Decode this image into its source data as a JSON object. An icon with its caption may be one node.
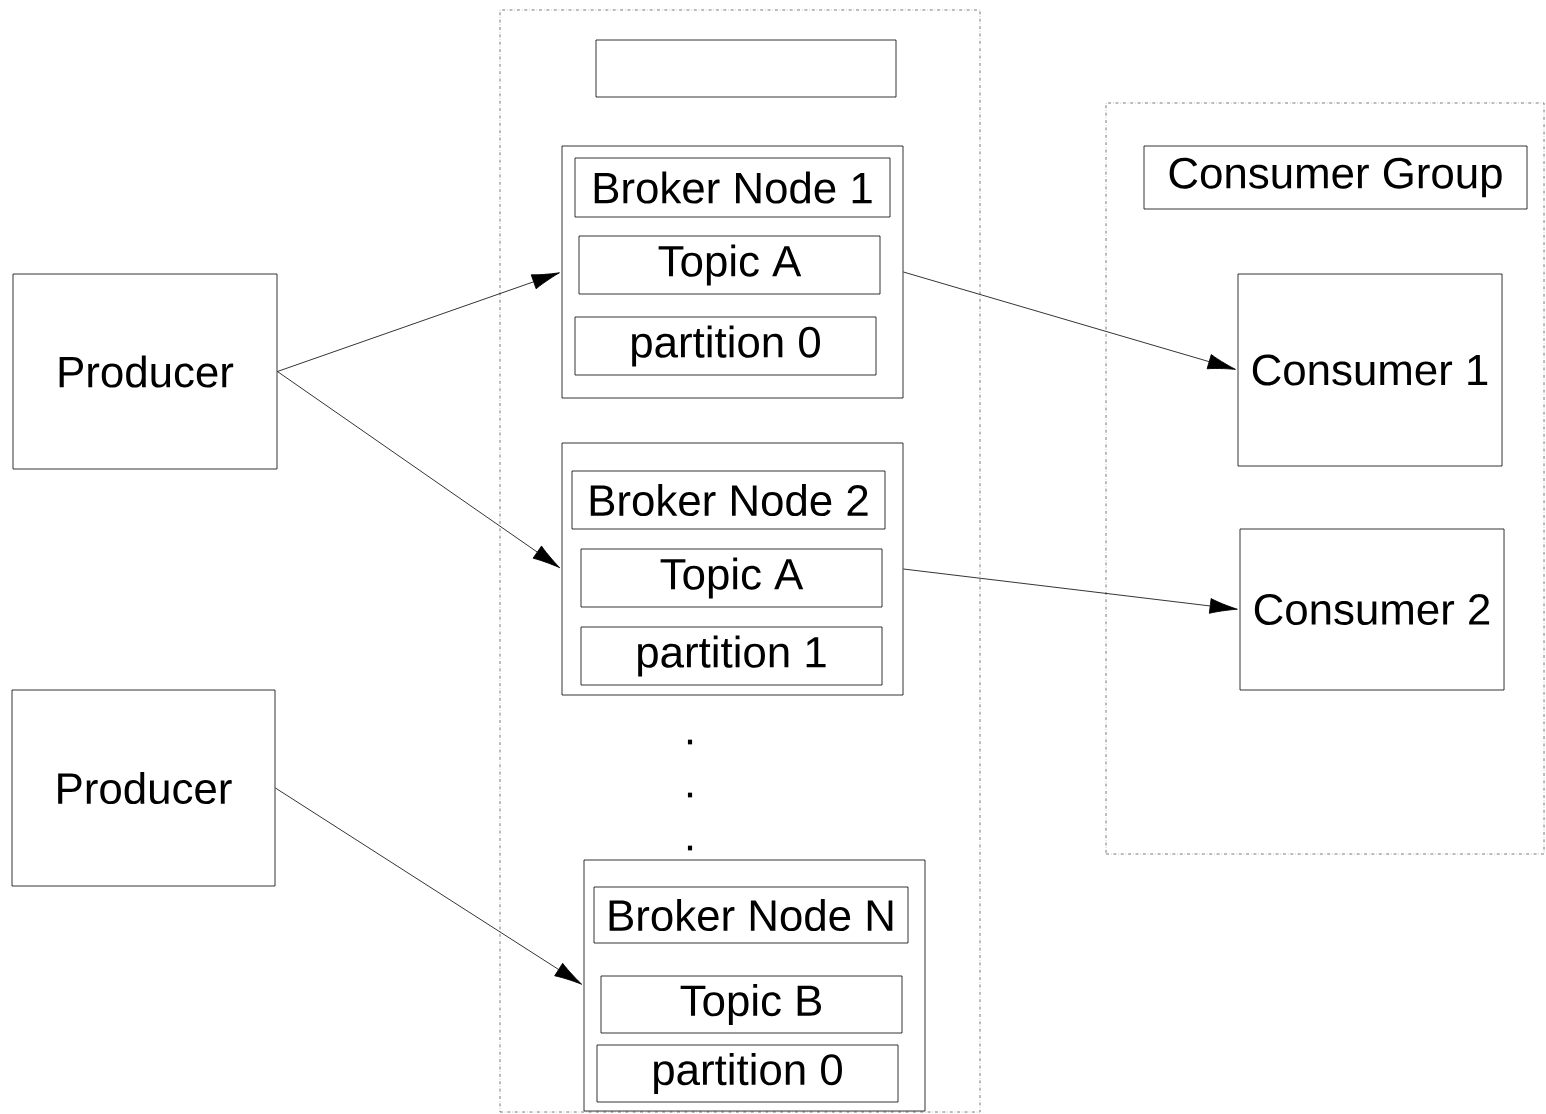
{
  "diagram": {
    "nodes": [
      {
        "text": [
          "Producer"
        ]
      },
      {
        "text": [
          "Producer"
        ]
      },
      {
        "text": [],
        "shape": "box"
      },
      {
        "text": [],
        "shape": "box",
        "in": 2
      },
      {
        "text": [],
        "shape": "box",
        "in": 2
      },
      {
        "text": [
          "Broker Node 1"
        ],
        "in": 4
      },
      {
        "text": [
          "Topic A"
        ],
        "in": 4
      },
      {
        "text": [
          "partition 0"
        ],
        "in": 4
      },
      {
        "text": [],
        "shape": "box",
        "in": 2
      },
      {
        "text": [
          "Broker Node 2"
        ],
        "in": 8
      },
      {
        "text": [
          "Topic A"
        ],
        "in": 8
      },
      {
        "text": [
          "partition 1"
        ],
        "in": 8
      },
      {
        "text": [],
        "shape": "box",
        "in": 2
      },
      {
        "text": [
          "Broker Node N"
        ],
        "in": 12
      },
      {
        "text": [
          "Topic B"
        ],
        "in": 12
      },
      {
        "text": [
          "partition 0"
        ],
        "in": 12
      },
      {
        "text": [],
        "shape": "box"
      },
      {
        "text": [
          "Consumer Group"
        ],
        "in": 16
      },
      {
        "text": [
          "Consumer 1"
        ],
        "in": 16
      },
      {
        "text": [
          "Consumer 2"
        ],
        "in": 16
      }
    ],
    "edges": [
      {
        "from": 0,
        "to": 4,
        "arrow": "to"
      },
      {
        "from": 0,
        "to": 8,
        "arrow": "to"
      },
      {
        "from": 1,
        "to": 12,
        "arrow": "to"
      },
      {
        "from": 4,
        "to": 18,
        "arrow": "to"
      },
      {
        "from": 8,
        "to": 19,
        "arrow": "to"
      }
    ],
    "labels": [
      ".",
      ".",
      "."
    ]
  }
}
